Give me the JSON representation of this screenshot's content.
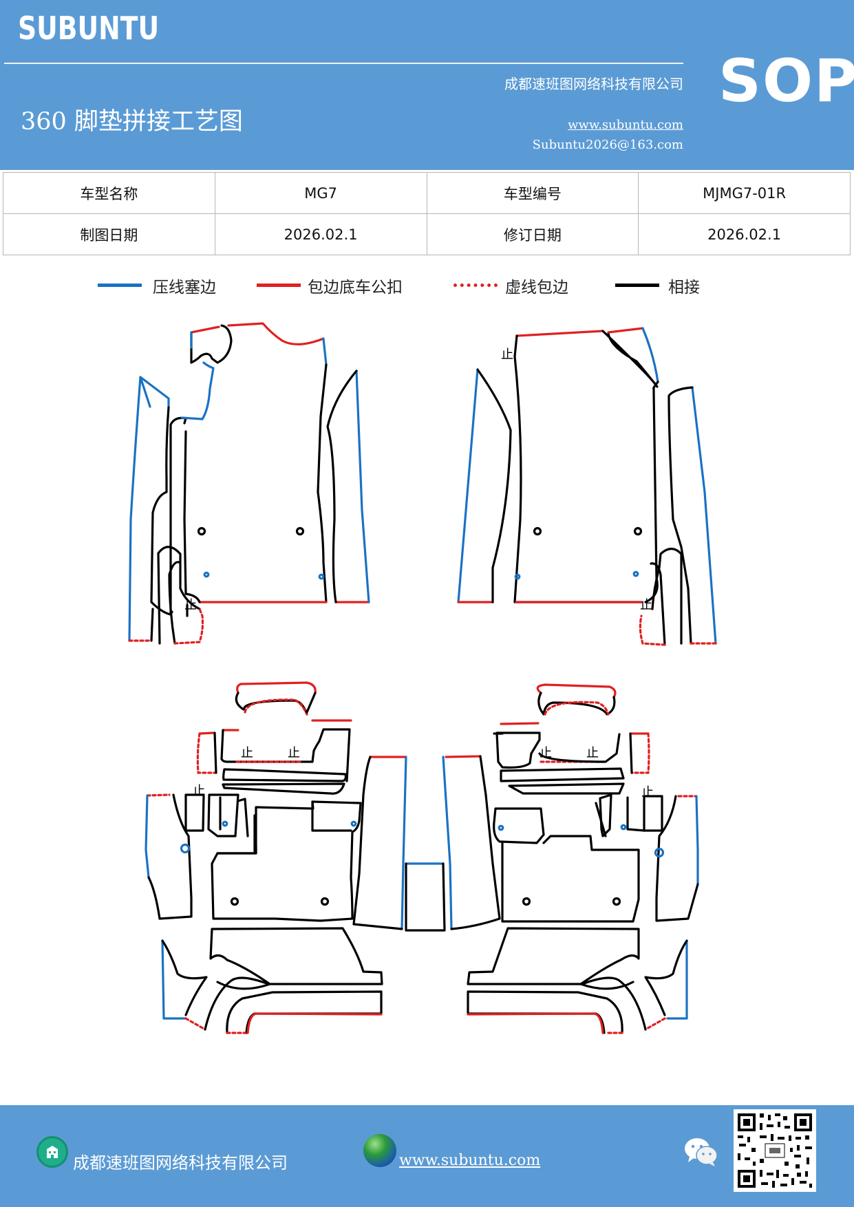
{
  "header": {
    "brand": "SUBUNTU",
    "company": "成都速班图网络科技有限公司",
    "title": "360 脚垫拼接工艺图",
    "website": "www.subuntu.com",
    "email": "Subuntu2026@163.com",
    "badge": "SOP",
    "background_color": "#5b9bd5"
  },
  "info_table": {
    "rows": [
      [
        "车型名称",
        "MG7",
        "车型编号",
        "MJMG7-01R"
      ],
      [
        "制图日期",
        "2026.02.1",
        "修订日期",
        "2026.02.1"
      ]
    ]
  },
  "legend": [
    {
      "label": "压线塞边",
      "color": "#1a72c4",
      "style": "solid"
    },
    {
      "label": "包边底车公扣",
      "color": "#e02020",
      "style": "solid"
    },
    {
      "label": "虚线包边",
      "color": "#e02020",
      "style": "dotted"
    },
    {
      "label": "相接",
      "color": "#000000",
      "style": "solid"
    }
  ],
  "diagram": {
    "marker": "止"
  },
  "footer": {
    "company": "成都速班图网络科技有限公司",
    "website": "www.subuntu.com",
    "icons": [
      "building-icon",
      "globe-icon",
      "wechat-icon",
      "qr-code"
    ]
  }
}
